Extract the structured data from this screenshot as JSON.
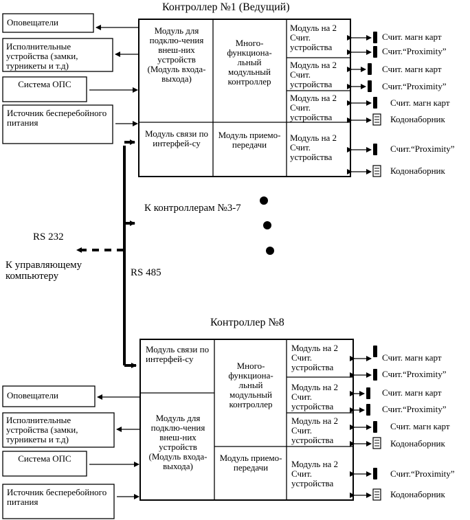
{
  "controller1": {
    "title": "Контроллер №1 (Ведущий)",
    "io_module": "Модуль для подклю-чения внеш-них устройств (Модуль входа-выхода)",
    "mf_controller": "Много-функциона-льный модульный контроллер",
    "iface_module": "Модуль связи по интерфей-су",
    "trx_module": "Модуль приемо-передачи",
    "reader_modules": [
      "Модуль на 2 Счит. устройства",
      "Модуль на 2 Счит. устройства",
      "Модуль на 2 Счит. устройства",
      "Модуль на 2 Счит. устройства"
    ],
    "external": [
      "Оповещатели",
      "Исполнительные устройства (замки, турникеты и т.д)",
      "Система ОПС",
      "Источник бесперебойного питания"
    ],
    "devices": [
      "Счит. магн карт",
      "Счит.“Proximity”",
      "Счит. магн карт",
      "Счит.“Proximity”",
      "Счит. магн карт",
      "Кодонаборник",
      "Счит.“Proximity”",
      "Кодонаборник"
    ]
  },
  "controller8": {
    "title": "Контроллер №8",
    "io_module": "Модуль для подклю-чения внеш-них устройств (Модуль входа-выхода)",
    "mf_controller": "Много-функциона-льный модульный контроллер",
    "iface_module": "Модуль связи по интерфей-су",
    "trx_module": "Модуль приемо-передачи",
    "reader_modules": [
      "Модуль на 2 Счит. устройства",
      "Модуль на 2 Счит. устройства",
      "Модуль на 2 Счит. устройства",
      "Модуль на 2 Счит. устройства"
    ],
    "external": [
      "Оповещатели",
      "Исполнительные устройства (замки, турникеты и т.д)",
      "Система ОПС",
      "Источник бесперебойного питания"
    ],
    "devices": [
      "Счит. магн карт",
      "Счит.“Proximity”",
      "Счит. магн карт",
      "Счит.“Proximity”",
      "Счит. магн карт",
      "Кодонаборник",
      "Счит.“Proximity”",
      "Кодонаборник"
    ]
  },
  "bus": {
    "to_controllers": "К контроллерам №3-7",
    "rs232": "RS 232",
    "to_pc": "К управляющему компьютеру",
    "rs485": "RS 485"
  }
}
